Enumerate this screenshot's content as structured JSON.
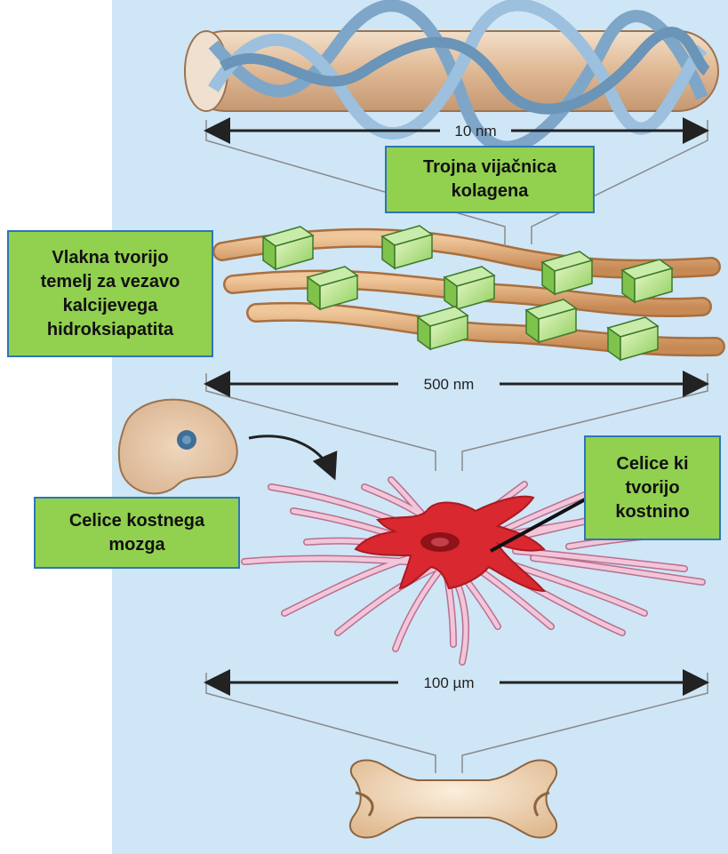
{
  "scales": {
    "helix": "10 nm",
    "fibers": "500 nm",
    "cells": "100 µm"
  },
  "labels": {
    "helix": "Trojna vijačnica\nkolagena",
    "fibers": "Vlakna tvorijo\ntemelj za vezavo\nkalcijevega\nhidroksiapatita",
    "marrow": "Celice kostnega\nmozga",
    "osteo": "Celice ki\ntvorijo\nkostnino"
  },
  "colors": {
    "background": "#cfe6f6",
    "label_fill": "#92d050",
    "label_border": "#2e75b6",
    "fiber": "#d9a06a",
    "crystal": "#9bd56b",
    "cell_red": "#d9282f",
    "strand_pink": "#e9a9c6",
    "bone": "#eccfa7"
  },
  "icons": [
    "collagen-triple-helix-icon",
    "hydroxyapatite-crystal-icon",
    "bone-marrow-cell-icon",
    "osteoblast-cell-icon",
    "bone-icon"
  ]
}
